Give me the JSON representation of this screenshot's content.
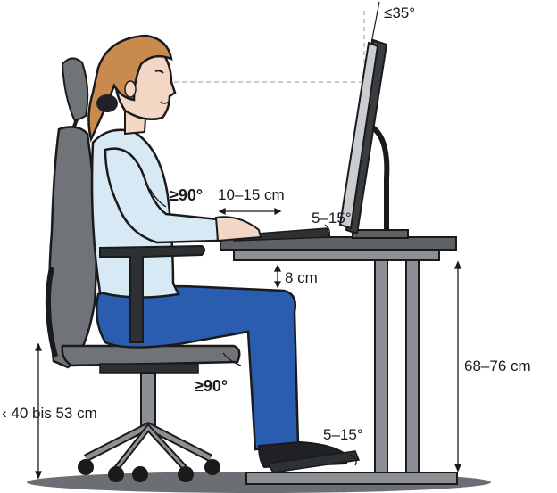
{
  "labels": {
    "monitor_tilt": "≤35°",
    "elbow_angle": "≥90°",
    "elbow_to_desk": "10–15 cm",
    "keyboard_tilt": "5–15°",
    "leg_clearance": "8 cm",
    "seat_height": "‹ 40 bis 53 cm",
    "knee_angle": "≥90°",
    "desk_height": "68–76 cm",
    "footrest_tilt": "5–15°"
  },
  "colors": {
    "outline": "#1a1a1a",
    "skin": "#f3d6c4",
    "hair": "#c98a4e",
    "shirt": "#d6e9f4",
    "trousers": "#2a5db0",
    "chair": "#707478",
    "desk_top": "#5e6266",
    "desk_legs": "#8c9094",
    "floor_shadow": "#6b6f73",
    "guide_line": "#b8b8b8"
  }
}
